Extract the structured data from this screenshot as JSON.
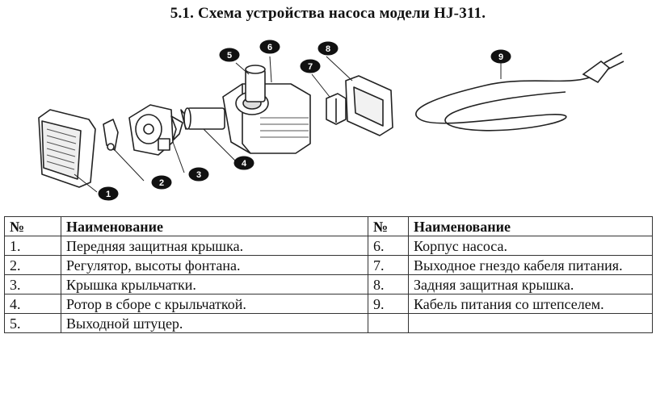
{
  "title": "5.1. Схема устройства насоса модели HJ-311.",
  "diagram": {
    "callouts": [
      "1",
      "2",
      "3",
      "4",
      "5",
      "6",
      "7",
      "8",
      "9"
    ]
  },
  "table": {
    "headers": [
      "№",
      "Наименование",
      "№",
      "Наименование"
    ],
    "rows": [
      [
        "1.",
        "Передняя защитная крышка.",
        "6.",
        "Корпус насоса."
      ],
      [
        "2.",
        "Регулятор, высоты фонтана.",
        "7.",
        "Выходное гнездо кабеля питания."
      ],
      [
        "3.",
        "Крышка крыльчатки.",
        "8.",
        "Задняя защитная крышка."
      ],
      [
        "4.",
        "Ротор в сборе с крыльчаткой.",
        "9.",
        "Кабель питания со штепселем."
      ],
      [
        "5.",
        "Выходной штуцер.",
        "",
        ""
      ]
    ]
  }
}
